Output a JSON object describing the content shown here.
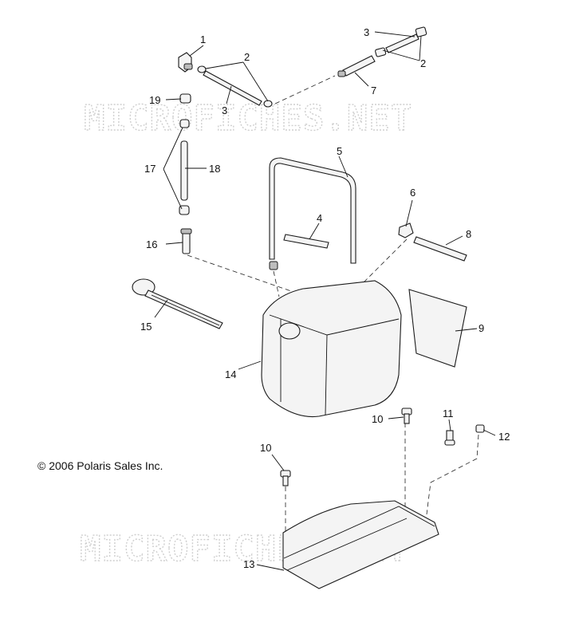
{
  "watermark": "MICROFICHES.NET",
  "copyright": "© 2006 Polaris Sales Inc.",
  "callouts": [
    "1",
    "2",
    "3",
    "3",
    "2",
    "7",
    "19",
    "17",
    "18",
    "5",
    "4",
    "6",
    "8",
    "16",
    "15",
    "14",
    "9",
    "10",
    "11",
    "12",
    "10",
    "13"
  ],
  "colors": {
    "line": "#1a1a1a",
    "watermark": "#cfcfcf",
    "background": "#ffffff"
  }
}
